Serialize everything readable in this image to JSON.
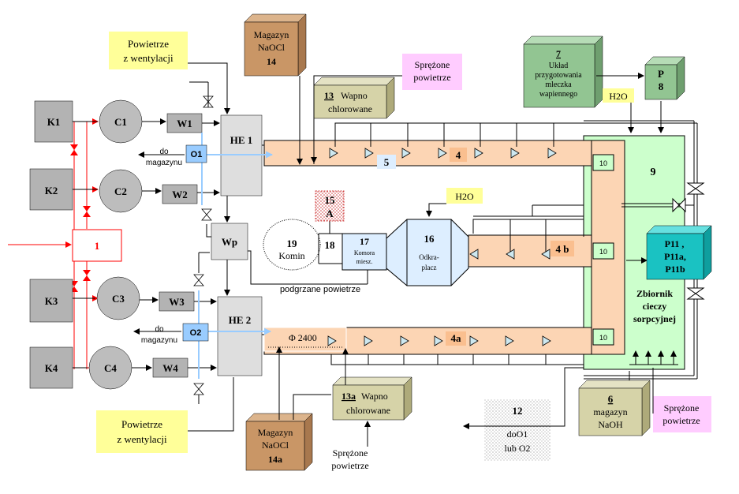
{
  "equipment": {
    "K1": "K1",
    "K2": "K2",
    "K3": "K3",
    "K4": "K4",
    "C1": "C1",
    "C2": "C2",
    "C3": "C3",
    "C4": "C4",
    "W1": "W1",
    "W2": "W2",
    "W3": "W3",
    "W4": "W4",
    "O1": "O1",
    "O2": "O2",
    "HE1": "HE 1",
    "HE2": "HE 2",
    "Wp": "Wp",
    "unit1": "1"
  },
  "labels": {
    "vent_top_1": "Powietrze",
    "vent_top_2": "z wentylacji",
    "vent_bot_1": "Powietrze",
    "vent_bot_2": "z wentylacji",
    "naocl14_1": "Magazyn",
    "naocl14_2": "NaOCl",
    "naocl14_3": "14",
    "naocl14a_1": "Magazyn",
    "naocl14a_2": "NaOCl",
    "naocl14a_3": "14a",
    "compressed_top_1": "Sprężone",
    "compressed_top_2": "powietrze",
    "lime13_num": "13",
    "lime13_1": "Wapno",
    "lime13_2": "chlorowane",
    "lime13a_num": "13a",
    "lime13a_1": "Wapno",
    "lime13a_2": "chlorowane",
    "compressed_bottom_1": "Sprężone",
    "compressed_bottom_2": "powietrze",
    "lime_prep_num": "7",
    "lime_prep_1": "Układ",
    "lime_prep_2": "przygotowania",
    "lime_prep_3": "mleczka",
    "lime_prep_4": "wapiennego",
    "pump8_1": "P",
    "pump8_2": "8",
    "h2o_top": "H2O",
    "h2o_mid": "H2O",
    "duct_5": "5",
    "duct_4": "4",
    "duct_4b": "4 b",
    "duct_4a": "4a",
    "tank9": "9",
    "mod10_a": "10",
    "mod10_b": "10",
    "mod10_c": "10",
    "box15_1": "15",
    "box15_2": "A",
    "chimney_num": "19",
    "chimney_label": "Komin",
    "label18": "18",
    "mix17_num": "17",
    "mix17_1": "Komora",
    "mix17_2": "miesz.",
    "dropsep16_num": "16",
    "dropsep16_1": "Odkra-",
    "dropsep16_2": "placz",
    "heated_air": "podgrzane powietrze",
    "to_storage_1a": "do",
    "to_storage_1b": "magazynu",
    "to_storage_2a": "do",
    "to_storage_2b": "magazynu",
    "diameter": "Φ 2400",
    "pumps_1": "P11 ,",
    "pumps_2": "P11a,",
    "pumps_3": "P11b",
    "tank_name_1": "Zbiornik",
    "tank_name_2": "cieczy",
    "tank_name_3": "sorpcyjnej",
    "naoh6_num": "6",
    "naoh6_1": "magazyn",
    "naoh6_2": "NaOH",
    "compressed_right_1": "Sprężone",
    "compressed_right_2": "powietrze",
    "box12_num": "12",
    "box12_1": "doO1",
    "box12_2": "lub O2"
  },
  "colors": {
    "equipment_gray": "#b3b3b3",
    "circle_gray": "#bdbdbd",
    "duct_orange": "#fcd5b4",
    "duct_label_orange": "#fabf8f",
    "tank_green": "#ccffcc",
    "lime_prep_green": "#92c592",
    "box3d_tan": "#d6d3a8",
    "naocl_brown": "#c99666",
    "vent_yellow": "#ffff99",
    "compressed_pink": "#ffccff",
    "pump_teal": "#1ac2c2",
    "o_box_blue": "#99ccff",
    "red_line": "#ff0000",
    "light_blue_line": "#99ccff"
  }
}
